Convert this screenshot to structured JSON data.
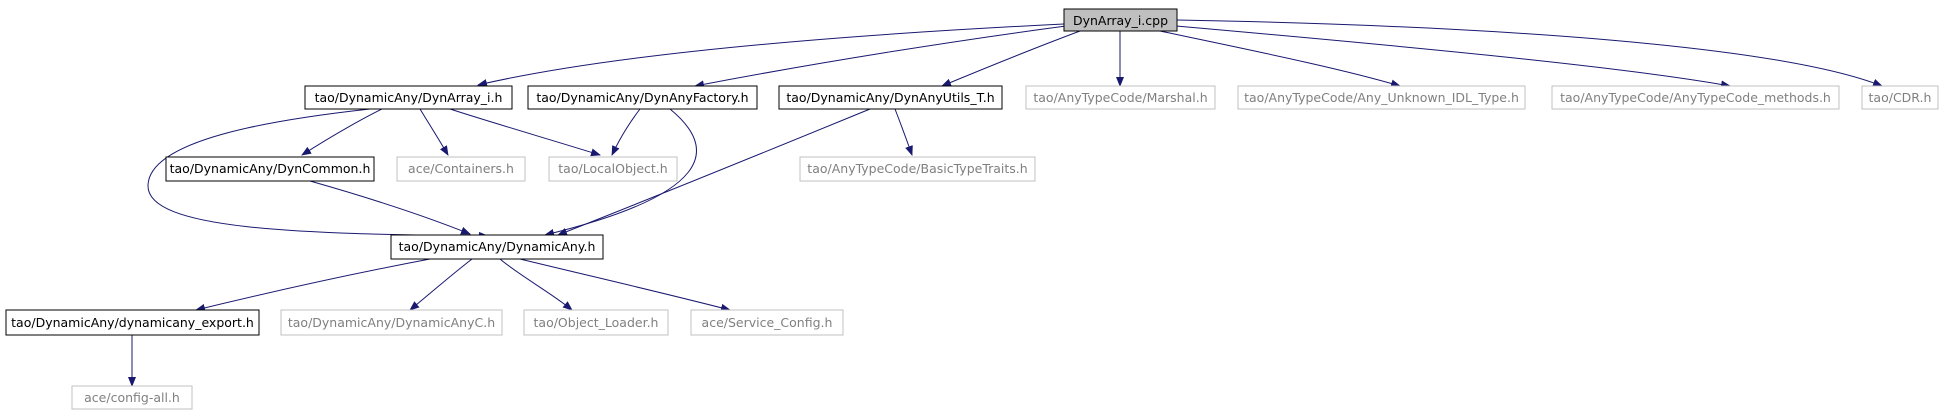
{
  "colors": {
    "edge": "#191970",
    "root_fill": "#bfbfbf",
    "box_border": "#000000",
    "dim_border": "#c0c0c0",
    "dim_text": "#808080"
  },
  "root": {
    "label": "DynArray_i.cpp"
  },
  "nodes": {
    "dynarray_i_h": {
      "label": "tao/DynamicAny/DynArray_i.h",
      "style": "solid"
    },
    "dynanyfactory_h": {
      "label": "tao/DynamicAny/DynAnyFactory.h",
      "style": "solid"
    },
    "dynanyutils_t_h": {
      "label": "tao/DynamicAny/DynAnyUtils_T.h",
      "style": "solid"
    },
    "marshal_h": {
      "label": "tao/AnyTypeCode/Marshal.h",
      "style": "dim"
    },
    "any_unknown_h": {
      "label": "tao/AnyTypeCode/Any_Unknown_IDL_Type.h",
      "style": "dim"
    },
    "anytypecode_methods_h": {
      "label": "tao/AnyTypeCode/AnyTypeCode_methods.h",
      "style": "dim"
    },
    "cdr_h": {
      "label": "tao/CDR.h",
      "style": "dim"
    },
    "dyncommon_h": {
      "label": "tao/DynamicAny/DynCommon.h",
      "style": "solid"
    },
    "containers_h": {
      "label": "ace/Containers.h",
      "style": "dim"
    },
    "localobject_h": {
      "label": "tao/LocalObject.h",
      "style": "dim"
    },
    "basictypetraits_h": {
      "label": "tao/AnyTypeCode/BasicTypeTraits.h",
      "style": "dim"
    },
    "dynamicany_h": {
      "label": "tao/DynamicAny/DynamicAny.h",
      "style": "solid"
    },
    "dynamicany_export_h": {
      "label": "tao/DynamicAny/dynamicany_export.h",
      "style": "solid"
    },
    "dynamicanyc_h": {
      "label": "tao/DynamicAny/DynamicAnyC.h",
      "style": "dim"
    },
    "object_loader_h": {
      "label": "tao/Object_Loader.h",
      "style": "dim"
    },
    "service_config_h": {
      "label": "ace/Service_Config.h",
      "style": "dim"
    },
    "config_all_h": {
      "label": "ace/config-all.h",
      "style": "dim"
    }
  },
  "edges": [
    [
      "root",
      "dynarray_i_h"
    ],
    [
      "root",
      "dynanyfactory_h"
    ],
    [
      "root",
      "dynanyutils_t_h"
    ],
    [
      "root",
      "marshal_h"
    ],
    [
      "root",
      "any_unknown_h"
    ],
    [
      "root",
      "anytypecode_methods_h"
    ],
    [
      "root",
      "cdr_h"
    ],
    [
      "dynarray_i_h",
      "dyncommon_h"
    ],
    [
      "dynarray_i_h",
      "containers_h"
    ],
    [
      "dynarray_i_h",
      "localobject_h"
    ],
    [
      "dynarray_i_h",
      "dynamicany_h"
    ],
    [
      "dynanyfactory_h",
      "localobject_h"
    ],
    [
      "dynanyfactory_h",
      "dynamicany_h"
    ],
    [
      "dynanyutils_t_h",
      "basictypetraits_h"
    ],
    [
      "dynanyutils_t_h",
      "dynamicany_h"
    ],
    [
      "dyncommon_h",
      "dynamicany_h"
    ],
    [
      "dynamicany_h",
      "dynamicany_export_h"
    ],
    [
      "dynamicany_h",
      "dynamicanyc_h"
    ],
    [
      "dynamicany_h",
      "object_loader_h"
    ],
    [
      "dynamicany_h",
      "service_config_h"
    ],
    [
      "dynamicany_export_h",
      "config_all_h"
    ]
  ]
}
